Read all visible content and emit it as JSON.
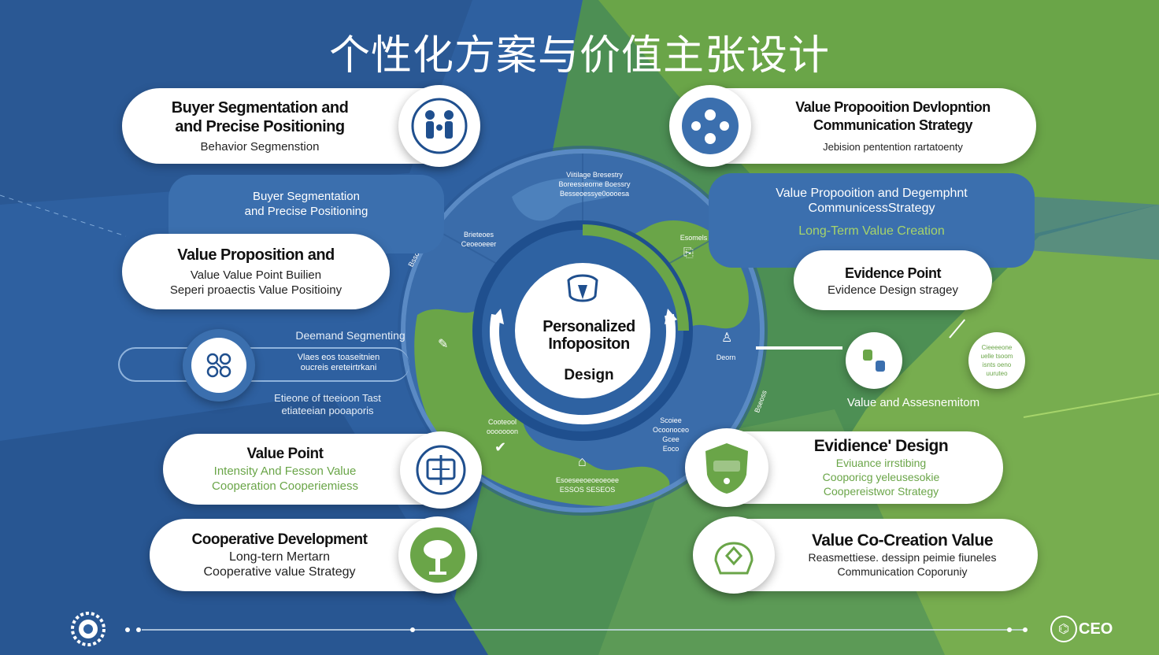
{
  "title": "个性化方案与价值主张设计",
  "colors": {
    "navy": "#1f4f8e",
    "blue": "#3b6fae",
    "green": "#6aa548",
    "white": "#ffffff"
  },
  "left_cards": [
    {
      "title": "Buyer Segmentation and\nand Precise Positioning",
      "sub": "Behavior Segmenstion",
      "icon": "people-icon"
    },
    {
      "title": "Buyer Segmentation\nand Precise Positioning",
      "icon": ""
    },
    {
      "title": "Value Proposition and",
      "sub": "Value Value Point Builien\nSeperi proaectis Value Positioiny",
      "icon": ""
    },
    {
      "title": "Value Point",
      "sub": "Intensity And Fesson Value\nCooperation Cooperiemiess",
      "icon": "blueprint-icon"
    },
    {
      "title": "Cooperative Development",
      "sub": "Long-tern Mertarn\nCooperative value Strategy",
      "icon": "tree-icon"
    }
  ],
  "right_cards": [
    {
      "title": "Value Propooition Devlopntion\nCommunication Strategy",
      "sub": "Jebision pentention rartatoenty",
      "icon": "group-icon"
    },
    {
      "title": "Value Propooition and Degemphnt\nCommunicessStrategy",
      "sub": "Long-Term Value Creation",
      "icon": ""
    },
    {
      "title": "Evidence Point",
      "sub": "Evidence Design stragey",
      "icon": ""
    },
    {
      "title": "Evidience' Design",
      "sub": "Eviuance irrstibing\nCooporicg yeleusesokie\nCoopereistwor Strategy",
      "icon": "shield-icon"
    },
    {
      "title": "Value Co-Creation Value",
      "sub": "Reasmettiese. dessipn peimie fiuneles\nCommunication Coporuniy",
      "icon": "hands-icon"
    }
  ],
  "middle_left": {
    "heading": "Deemand Segmenting",
    "text1": "Vlaes eos toaseitnien\noucreis ereteirtrkani",
    "text2": "Etieone of tteeioon Tast\netiateeian pooaporis"
  },
  "middle_right": {
    "label": "Value and Assesnemitom",
    "bubble": "Cieeeeone\nuelle tsoom\nisnts oeno\nuuruteo"
  },
  "center": {
    "line1": "Personalized",
    "line2": "Infopositon",
    "line3": "Design"
  },
  "ring_labels": {
    "top": "Viitilage Bresestry\nBoreesseorne Boessry\nBesseoessye0oooesa",
    "left_top": "Brieteoes\nCeoeoeeer",
    "right_top": "Esomels",
    "right_mid": "Deorn",
    "bottom_left": "Cooteool\nooooooon",
    "bottom_mid": "Esoeseeoeoeoeoee\nESSOS SESEOS",
    "bottom_right": "Scoiee\nOcoonoceo\nGcee\nEoco",
    "left_arc": "Bssoeeessoeoses",
    "right_arc": "Bseoss"
  },
  "footer": {
    "logo": "CEO"
  }
}
